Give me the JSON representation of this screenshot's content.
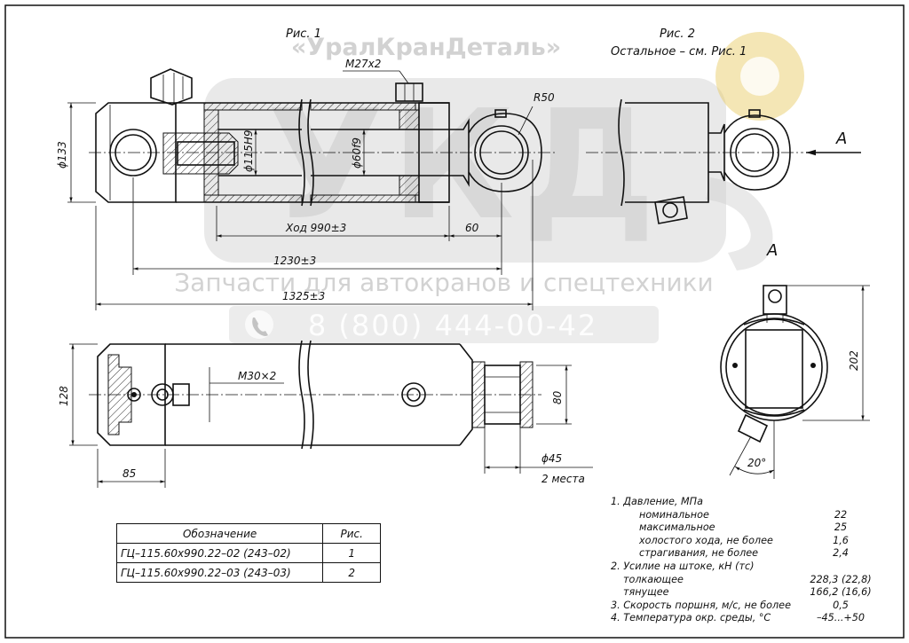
{
  "figure_labels": {
    "fig1": "Рис. 1",
    "fig2": "Рис. 2",
    "fig2_note": "Остальное – см. Рис. 1",
    "view_a_arrow": "А",
    "view_a_title": "А"
  },
  "watermark": {
    "company": "«УралКранДеталь»",
    "tagline": "Запчасти для автокранов и спецтехники",
    "phone": "8 (800) 444-00-42",
    "logo_text": "УКД"
  },
  "dimensions": {
    "d133": "ϕ133",
    "d115": "ϕ115H9",
    "d60": "ϕ60f9",
    "m27": "M27x2",
    "r50": "R50",
    "stroke": "Ход 990±3",
    "l60": "60",
    "l1230": "1230±3",
    "l1325": "1325±3",
    "h128": "128",
    "m30": "M30×2",
    "w85": "85",
    "h80": "80",
    "d45": "ϕ45",
    "places": "2 места",
    "h202": "202",
    "angle20": "20°"
  },
  "table": {
    "headers": [
      "Обозначение",
      "Рис."
    ],
    "rows": [
      [
        "ГЦ–115.60х990.22–02 (243–02)",
        "1"
      ],
      [
        "ГЦ–115.60х990.22–03 (243–03)",
        "2"
      ]
    ]
  },
  "notes": [
    {
      "label": "1. Давление, МПа",
      "value": "",
      "indent": 0
    },
    {
      "label": "номинальное",
      "value": "22",
      "indent": 1
    },
    {
      "label": "максимальное",
      "value": "25",
      "indent": 1
    },
    {
      "label": "холостого хода, не более",
      "value": "1,6",
      "indent": 1
    },
    {
      "label": "страгивания, не более",
      "value": "2,4",
      "indent": 1
    },
    {
      "label": "2. Усилие на штоке, кН (тс)",
      "value": "",
      "indent": 0
    },
    {
      "label": "толкающее",
      "value": "228,3 (22,8)",
      "indent": 2
    },
    {
      "label": "тянущее",
      "value": "166,2 (16,6)",
      "indent": 2
    },
    {
      "label": "3. Скорость поршня, м/с, не более",
      "value": "0,5",
      "indent": 0
    },
    {
      "label": "4. Температура окр. среды, °С",
      "value": "–45...+50",
      "indent": 0
    }
  ]
}
